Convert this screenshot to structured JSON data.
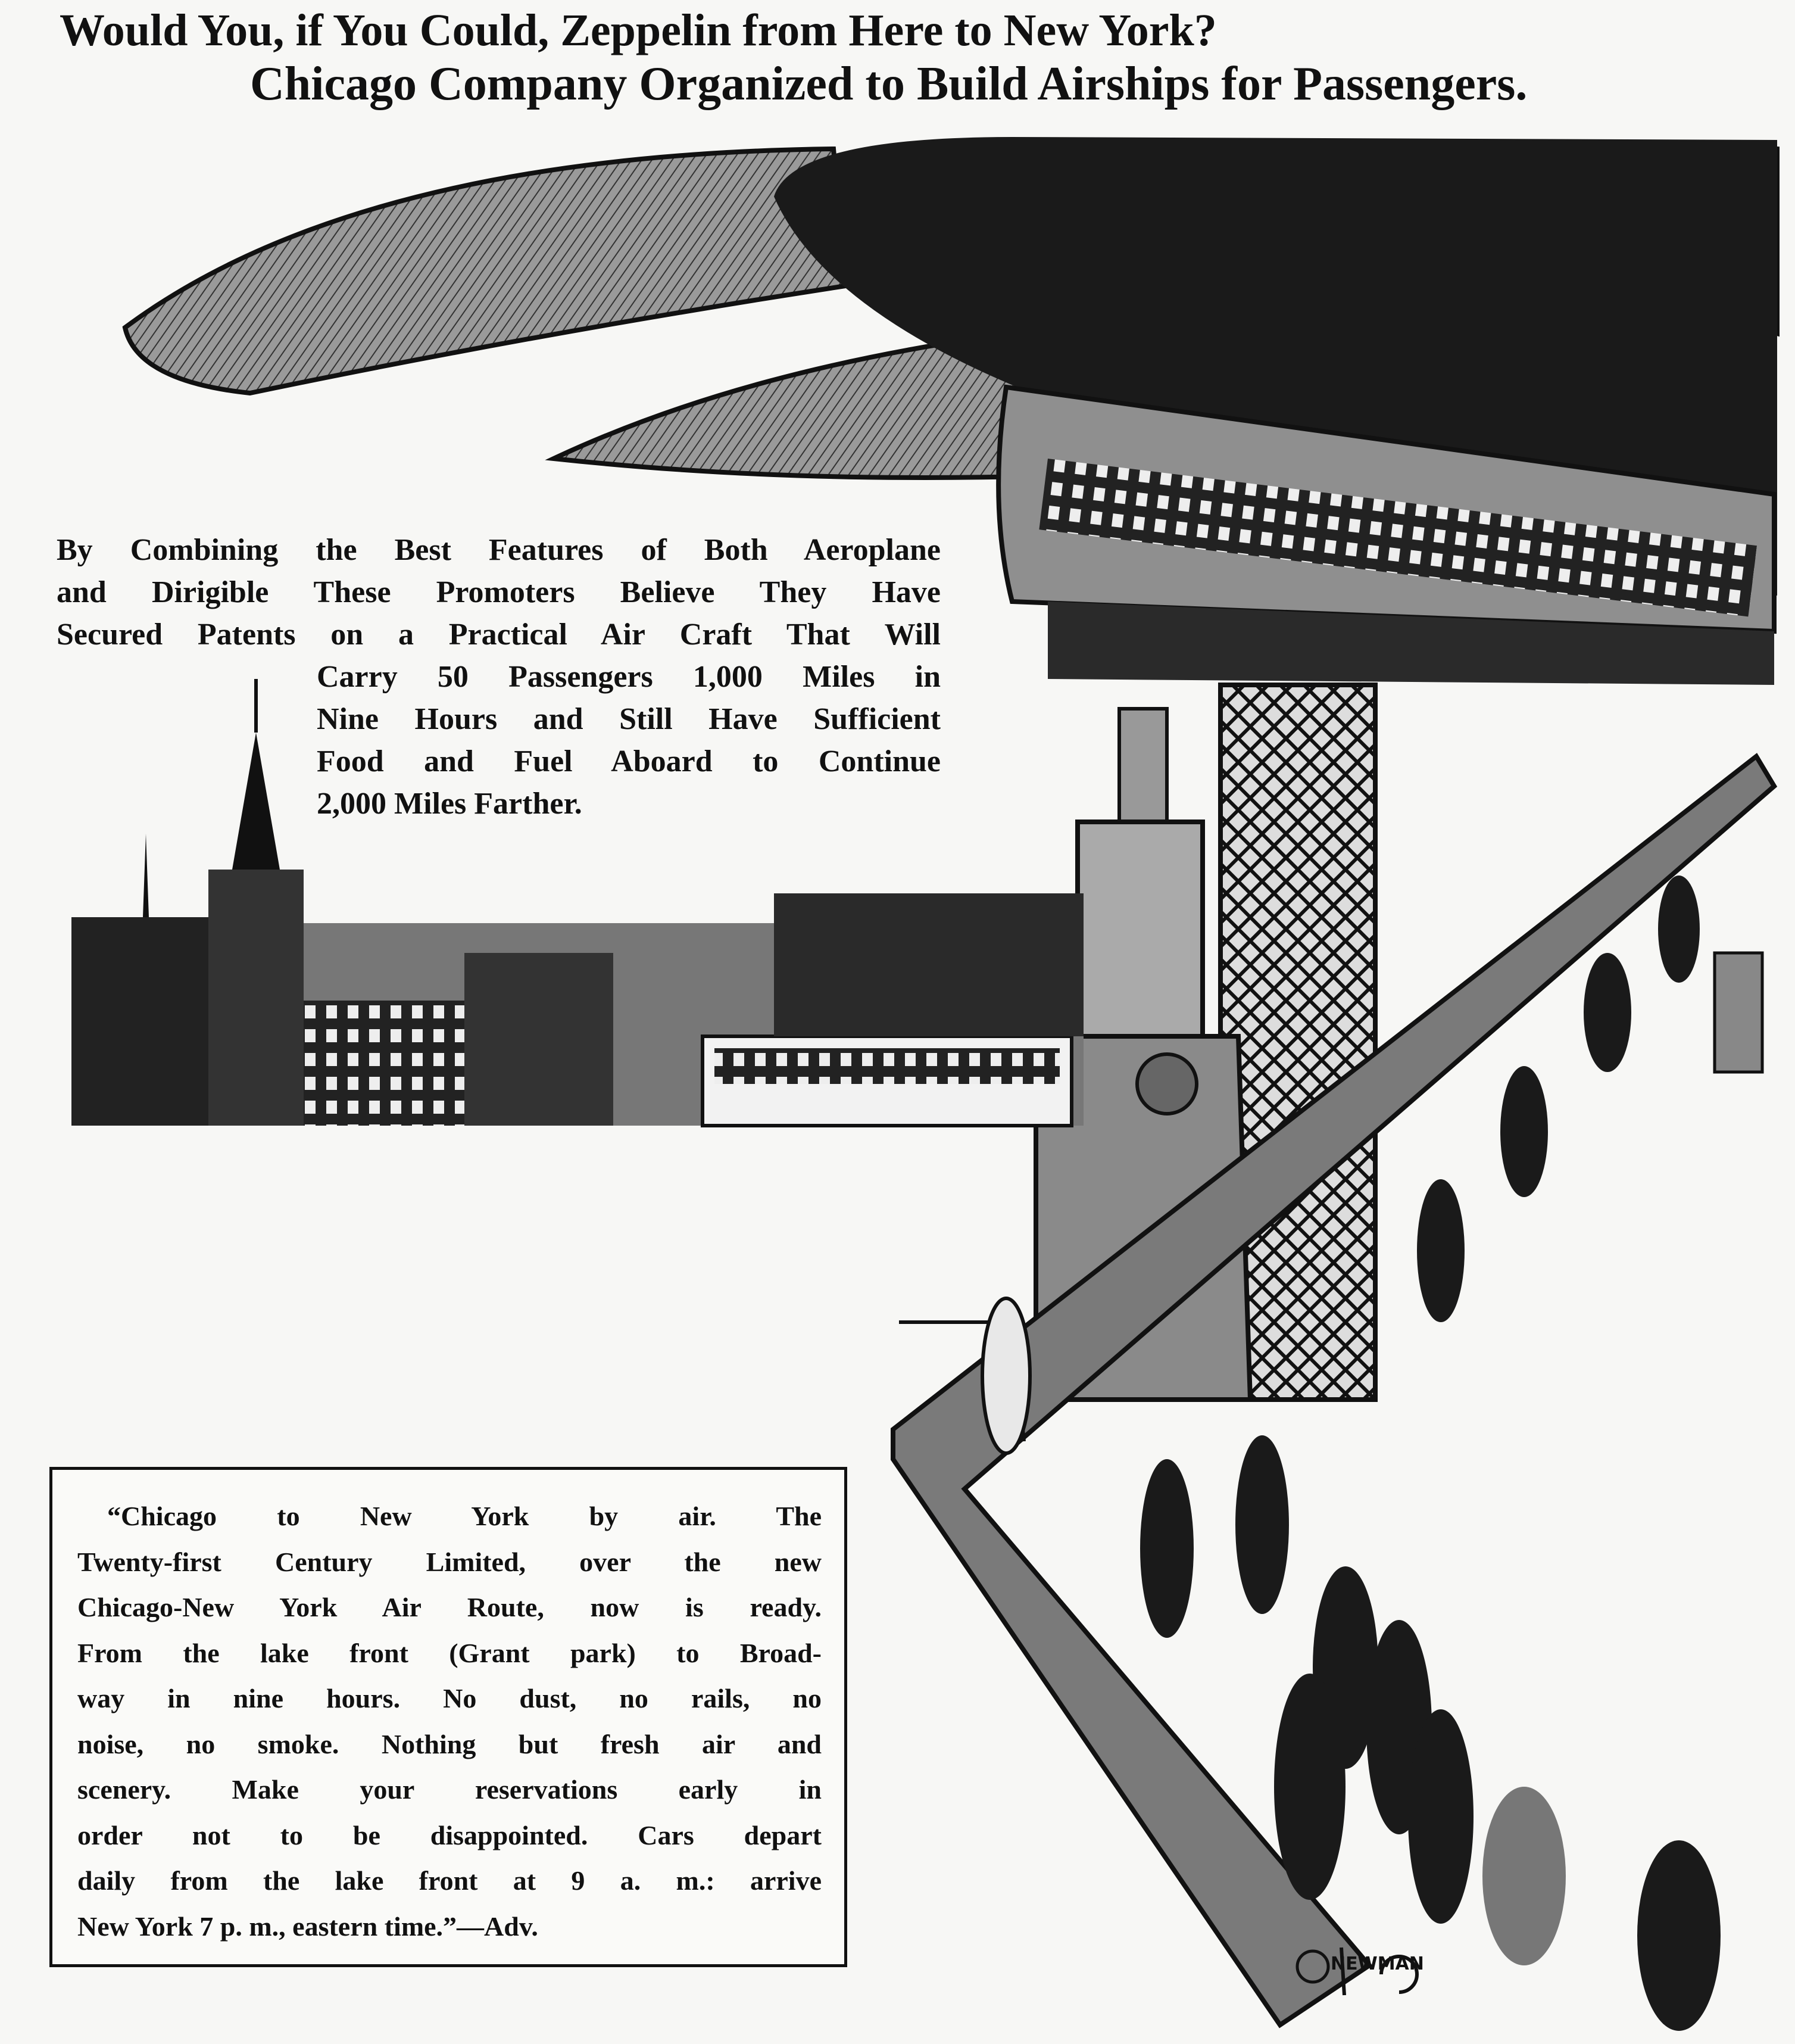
{
  "headline": {
    "line1": "Would You, if You Could, Zeppelin from Here to New York?",
    "line2": "Chicago Company Organized to Build Airships for Passengers."
  },
  "caption": {
    "lines": [
      "By Combining the Best Features of Both Aeroplane",
      "and Dirigible These Promoters Believe They Have",
      "Secured Patents on a Practical Air Craft That Will",
      "Carry 50 Passengers 1,000 Miles in",
      "Nine Hours and Still Have Sufficient",
      "Food and Fuel Aboard to Continue",
      "2,000 Miles Farther."
    ]
  },
  "advertisement": {
    "lines": [
      "“Chicago to New York by air. The",
      "Twenty-first Century Limited, over the new",
      "Chicago-New York Air Route, now is ready.",
      "From the lake front (Grant park) to Broad-",
      "way in nine hours. No dust, no rails, no",
      "noise, no smoke. Nothing but fresh air and",
      "scenery. Make your reservations early in",
      "order not to be disappointed. Cars depart",
      "daily from the lake front at 9 a. m.: arrive",
      "New York 7 p. m., eastern time.”—Adv."
    ]
  },
  "illustration": {
    "signature": "NEWMAN"
  },
  "colors": {
    "ink": "#111111",
    "paper": "#f7f7f5",
    "gray": "#8a8a8a"
  }
}
